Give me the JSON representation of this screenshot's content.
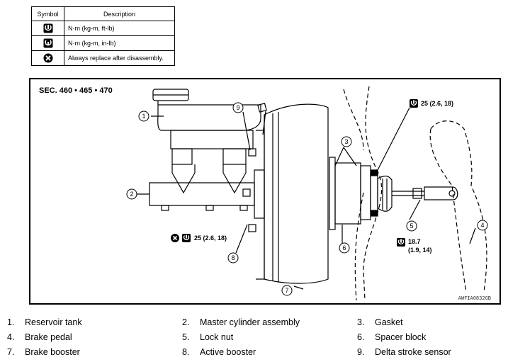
{
  "symbol_table": {
    "headers": {
      "symbol": "Symbol",
      "description": "Description"
    },
    "rows": [
      {
        "icon": "torque-wrench-icon",
        "description": "N·m (kg-m, ft-lb)"
      },
      {
        "icon": "torque-wrench-inlb-icon",
        "description": "N·m (kg-m, in-lb)"
      },
      {
        "icon": "always-replace-icon",
        "description": "Always replace after disassembly."
      }
    ]
  },
  "diagram": {
    "section": "SEC. 460 • 465 • 470",
    "figure_code": "AWFIA0832GB",
    "callouts": [
      "1",
      "2",
      "3",
      "4",
      "5",
      "6",
      "7",
      "8",
      "9"
    ],
    "torques": {
      "top_right": "25 (2.6, 18)",
      "left": "25 (2.6, 18)",
      "lock_nut_line1": "18.7",
      "lock_nut_line2": "(1.9, 14)"
    }
  },
  "legend": [
    {
      "num": "1.",
      "label": "Reservoir tank"
    },
    {
      "num": "2.",
      "label": "Master cylinder assembly"
    },
    {
      "num": "3.",
      "label": "Gasket"
    },
    {
      "num": "4.",
      "label": "Brake pedal"
    },
    {
      "num": "5.",
      "label": "Lock nut"
    },
    {
      "num": "6.",
      "label": "Spacer block"
    },
    {
      "num": "7.",
      "label": "Brake booster"
    },
    {
      "num": "8.",
      "label": "Active booster"
    },
    {
      "num": "9.",
      "label": "Delta stroke sensor"
    }
  ]
}
